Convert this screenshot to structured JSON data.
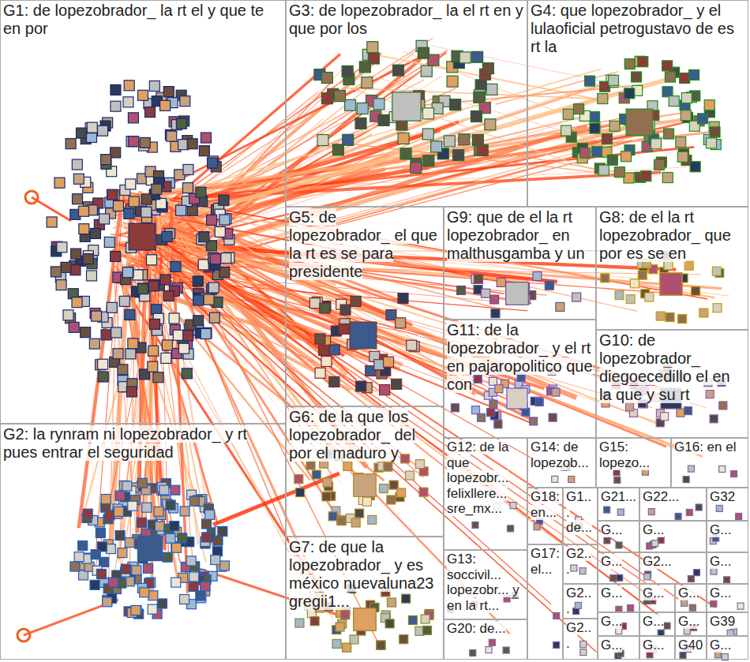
{
  "diagram": {
    "nodes": [
      {
        "text": [
          "G1: de lopezobrador_ la rt el y que te en por"
        ]
      },
      {
        "text": [
          "G3: de lopezobrador_ la el rt en y que por los"
        ]
      },
      {
        "text": [
          "G4: que lopezobrador_ y el lulaoficial petrogustavo de es rt la"
        ]
      },
      {
        "text": [
          "G5: de lopezobrador_ el que la rt es se para presidente"
        ]
      },
      {
        "text": [
          "G9: que de el la rt lopezobrador_ en malthusgamba y un"
        ]
      },
      {
        "text": [
          "G8: de el la rt lopezobrador_ que por es se en"
        ]
      },
      {
        "text": [
          "G11: de la lopezobrador_ y el rt en pajaropolitico que con"
        ]
      },
      {
        "text": [
          "G10: de lopezobrador_ diegoecedillo el en la que y su rt"
        ]
      },
      {
        "text": [
          "G2: la rynram ni lopezobrador_ y rt pues entrar el seguridad"
        ]
      },
      {
        "text": [
          "G6: de la que los lopezobrador_ del por el maduro y"
        ]
      },
      {
        "text": [
          "G7: de que la lopezobrador_ y es méxico nuevaluna23 gregii1..."
        ]
      },
      {
        "text": [
          "G12: de la que lopezobr... felixllere... sre_mx..."
        ]
      },
      {
        "text": [
          "G14: de lopezob..."
        ]
      },
      {
        "text": [
          "G15: lopezo..."
        ]
      },
      {
        "text": [
          "G16: en el"
        ]
      },
      {
        "text": [
          "G18: en..."
        ]
      },
      {
        "text": [
          "G1... de..."
        ]
      },
      {
        "text": [
          "G21..."
        ]
      },
      {
        "text": [
          "G22..."
        ]
      },
      {
        "text": [
          "G32"
        ]
      },
      {
        "text": [
          "G..."
        ]
      },
      {
        "text": [
          "G..."
        ]
      },
      {
        "text": [
          "G..."
        ]
      },
      {
        "text": [
          "G13: soccivil... lopezobr... y en la rt..."
        ]
      },
      {
        "text": [
          "G17: el..."
        ]
      },
      {
        "text": [
          "G2..."
        ]
      },
      {
        "text": [
          "G..."
        ]
      },
      {
        "text": [
          "G2..."
        ]
      },
      {
        "text": [
          "G..."
        ]
      },
      {
        "text": [
          "G2..."
        ]
      },
      {
        "text": [
          "G..."
        ]
      },
      {
        "text": [
          "G..."
        ]
      },
      {
        "text": [
          "G..."
        ]
      },
      {
        "text": [
          "G..."
        ]
      },
      {
        "text": [
          "G20: de..."
        ]
      },
      {
        "text": [
          "G2..."
        ]
      },
      {
        "text": [
          "G..."
        ]
      },
      {
        "text": [
          "G..."
        ]
      },
      {
        "text": [
          "G..."
        ]
      },
      {
        "text": [
          "G39"
        ]
      },
      {
        "text": [
          "G..."
        ]
      },
      {
        "text": [
          "G..."
        ]
      },
      {
        "text": [
          "G40"
        ]
      },
      {
        "text": [
          "G..."
        ]
      }
    ],
    "edges": []
  }
}
